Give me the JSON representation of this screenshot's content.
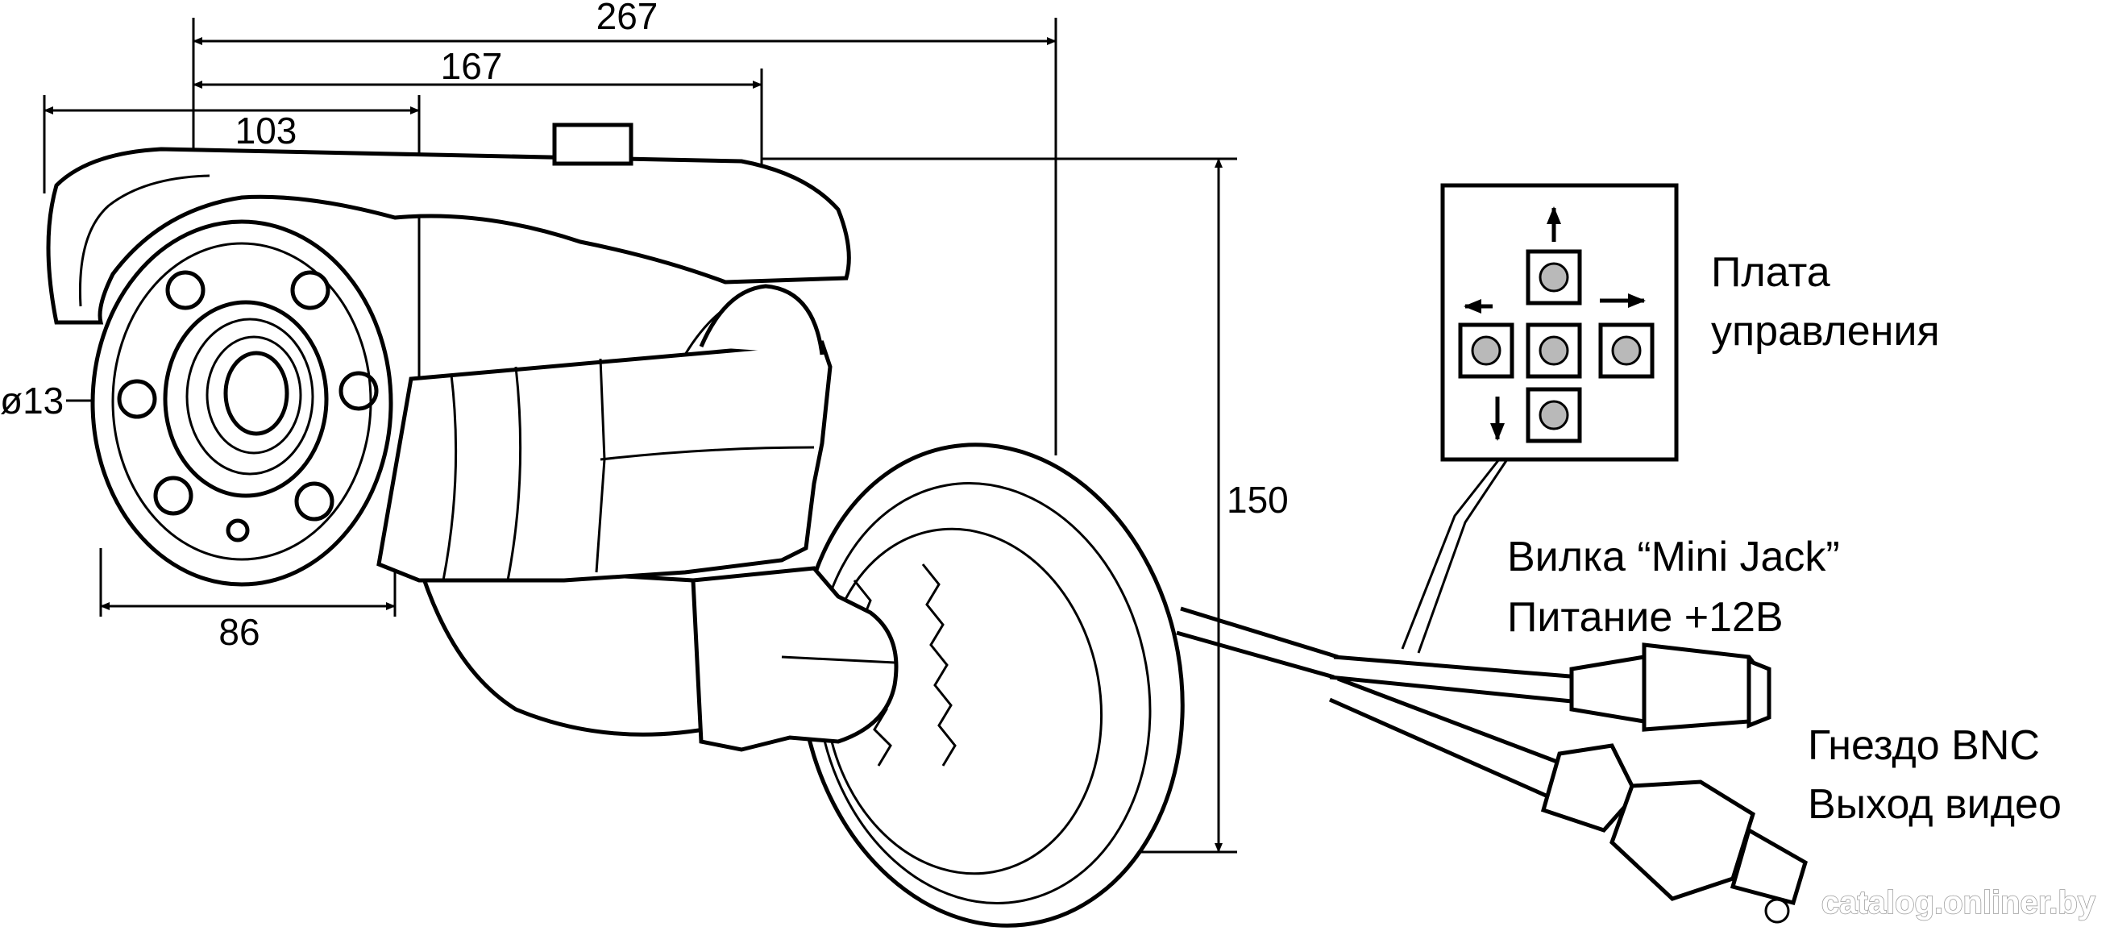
{
  "dimensions": {
    "total_length": "267",
    "mid_length": "167",
    "front_length": "103",
    "front_diameter": "86",
    "led_diameter": "ø13",
    "height": "150"
  },
  "labels": {
    "control_board": [
      "Плата",
      "управления"
    ],
    "power_plug": [
      "Вилка “Mini Jack”",
      "Питание +12В"
    ],
    "video_output": [
      "Гнездо BNC",
      "Выход видео"
    ]
  },
  "control_pad": {
    "buttons": [
      "up",
      "left",
      "center",
      "right",
      "down"
    ]
  },
  "watermark": "catalog.onliner.by",
  "colors": {
    "line": "#000000",
    "button_fill": "#b9b9b9",
    "background": "#ffffff"
  }
}
